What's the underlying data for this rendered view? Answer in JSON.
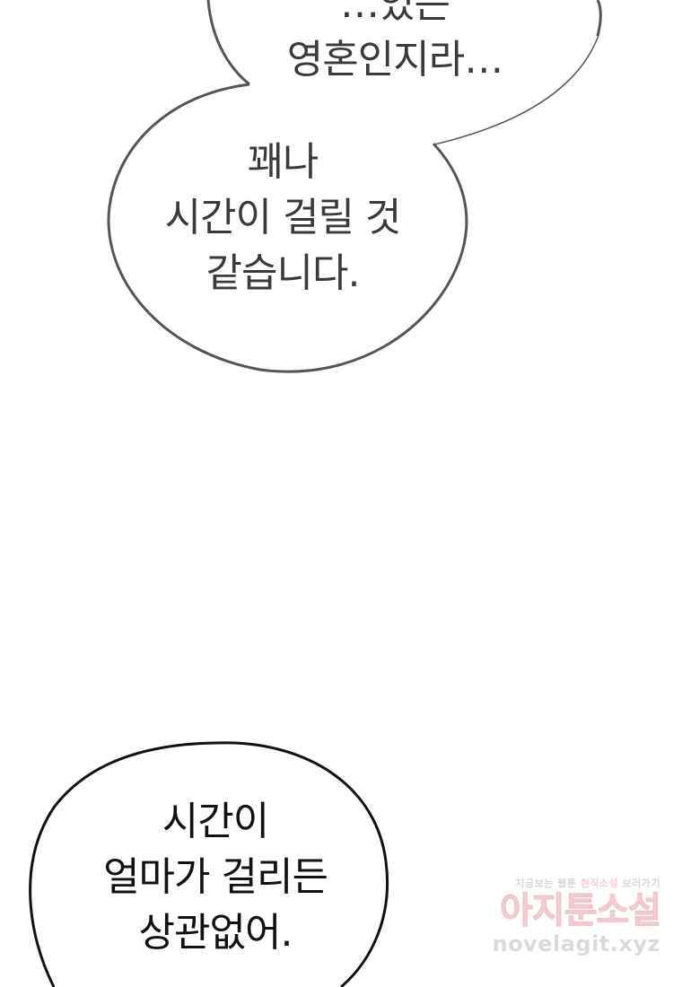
{
  "bubbles": {
    "top": {
      "lines": [
        "…있는",
        "영혼인지라…"
      ]
    },
    "middle": {
      "lines": [
        "꽤나",
        "시간이 걸릴 것",
        "같습니다."
      ]
    },
    "bottom": {
      "lines": [
        "시간이",
        "얼마가 걸리든",
        "상관없어."
      ]
    }
  },
  "watermark": {
    "tagline_left": "지금보는 웹툰",
    "tagline_accent": "현직소설",
    "tagline_right": "보러가기",
    "brand": "아지툰소설",
    "url": "novelagit.xyz"
  },
  "colors": {
    "background": "#ffffff",
    "bubble_gray_stroke": "#555555",
    "bubble_dark_stroke": "#111111",
    "watermark_pink": "#f4b2bd"
  }
}
